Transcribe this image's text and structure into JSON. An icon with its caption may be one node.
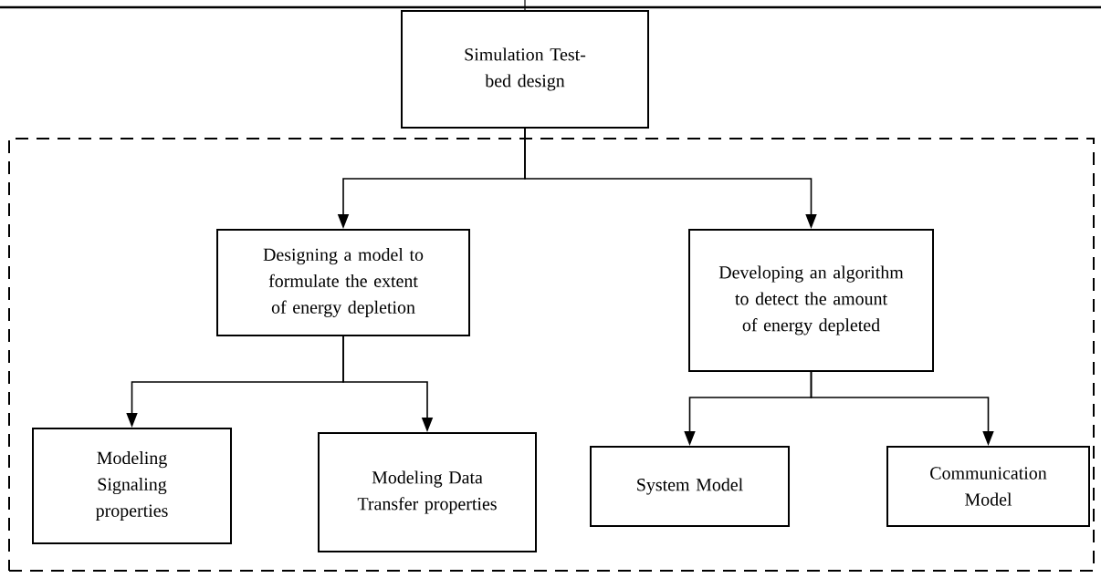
{
  "diagram": {
    "nodes": [
      {
        "text": [
          "Simulation Test-bed design"
        ]
      },
      {
        "text": [],
        "shape": "box"
      },
      {
        "text": [
          "Designing a model to formulate the extent of energy depletion"
        ],
        "in": 1
      },
      {
        "text": [
          "Developing an algorithm to detect the amount of energy depleted"
        ],
        "in": 1
      },
      {
        "text": [
          "Modeling Signaling properties"
        ],
        "in": 1
      },
      {
        "text": [
          "Modeling Data Transfer properties"
        ],
        "in": 1
      },
      {
        "text": [
          "System Model"
        ],
        "in": 1
      },
      {
        "text": [
          "Communication Model"
        ],
        "in": 1
      }
    ],
    "edges": [
      {
        "from": 0,
        "to": 2,
        "arrow": "to"
      },
      {
        "from": 0,
        "to": 3,
        "arrow": "to"
      },
      {
        "from": 2,
        "to": 4,
        "arrow": "to"
      },
      {
        "from": 2,
        "to": 5,
        "arrow": "to"
      },
      {
        "from": 3,
        "to": 6,
        "arrow": "to"
      },
      {
        "from": 3,
        "to": 7,
        "arrow": "to"
      }
    ]
  }
}
